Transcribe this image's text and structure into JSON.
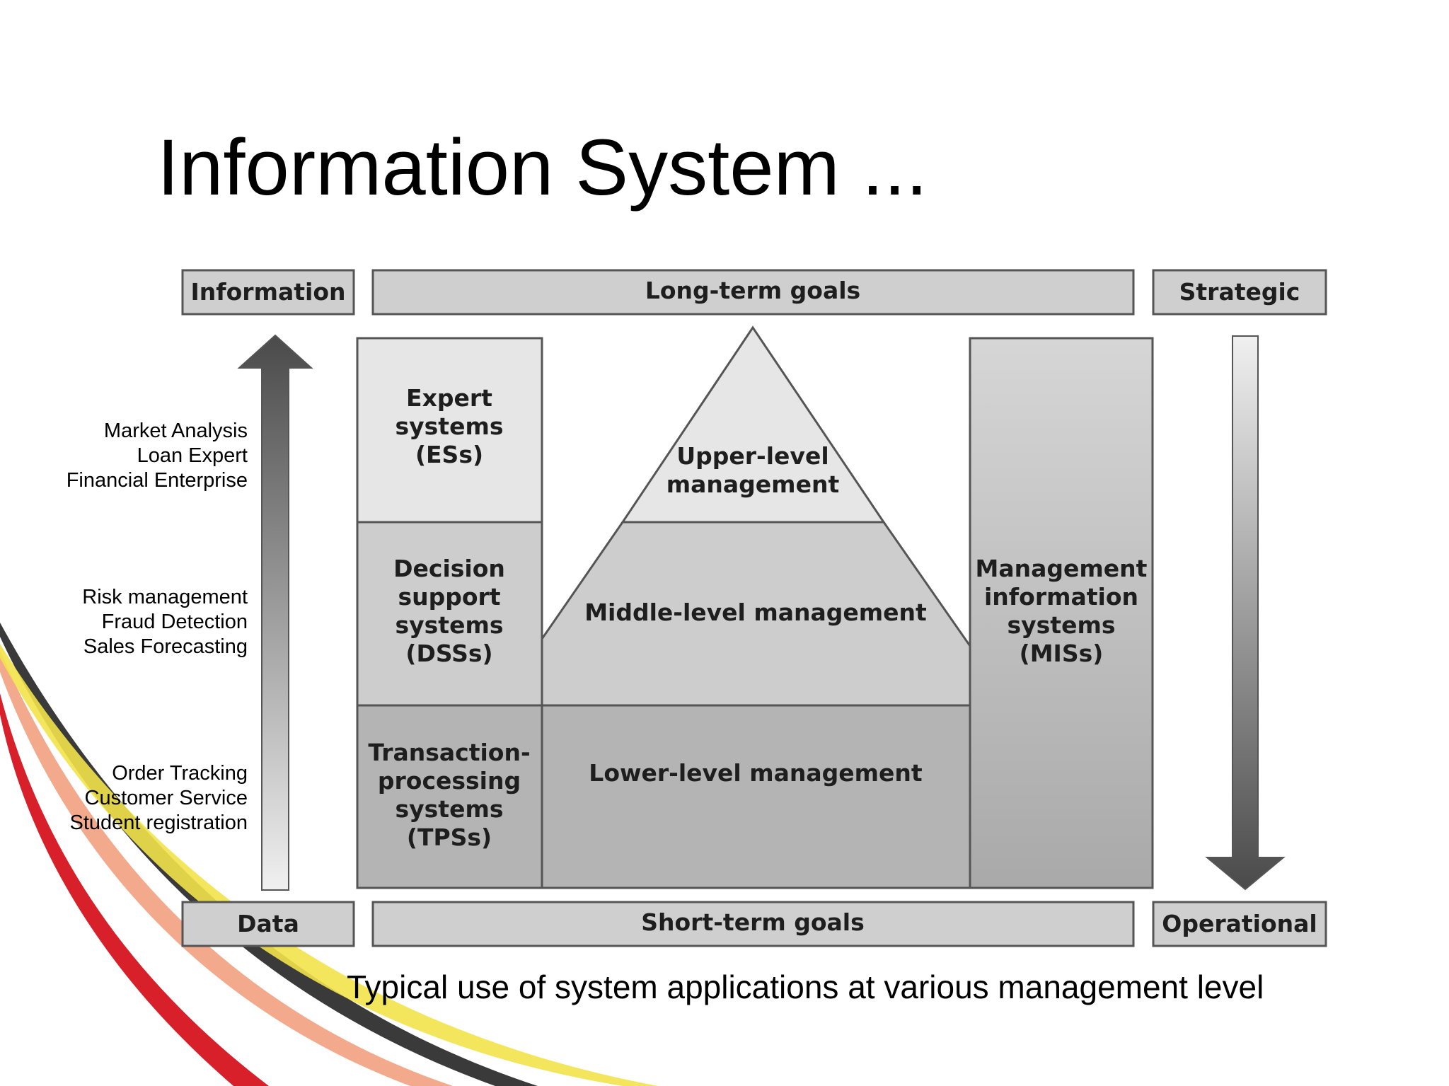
{
  "slide": {
    "title": "Information System ...",
    "caption": "Typical use of system applications at various management level"
  },
  "examples": {
    "strategic": [
      "Market Analysis",
      "Loan Expert",
      "Financial Enterprise"
    ],
    "tactical": [
      "Risk management",
      "Fraud Detection",
      "Sales Forecasting"
    ],
    "operational": [
      "Order Tracking",
      "Customer Service",
      "Student registration"
    ]
  },
  "diagram": {
    "top_left": "Information",
    "top_center": "Long-term goals",
    "top_right": "Strategic",
    "bottom_left": "Data",
    "bottom_center": "Short-term goals",
    "bottom_right": "Operational",
    "es": [
      "Expert",
      "systems",
      "(ESs)"
    ],
    "dss": [
      "Decision",
      "support",
      "systems",
      "(DSSs)"
    ],
    "tps": [
      "Transaction-",
      "processing",
      "systems",
      "(TPSs)"
    ],
    "mis": [
      "Management",
      "information",
      "systems",
      "(MISs)"
    ],
    "upper": [
      "Upper-level",
      "management"
    ],
    "middle": "Middle-level management",
    "lower": "Lower-level management"
  },
  "colors": {
    "box_fill": "#cfcfcf",
    "upper_tier": "#e6e6e6",
    "middle_tier": "#cdcdcd",
    "lower_tier": "#b4b4b4",
    "outline": "#555555",
    "swoosh_red": "#d7202a",
    "swoosh_yellow": "#f2e24a",
    "swoosh_salmon": "#f3a98c",
    "swoosh_dark": "#3a3a3a"
  },
  "icons": [
    "arrow-up-icon",
    "arrow-down-icon"
  ]
}
